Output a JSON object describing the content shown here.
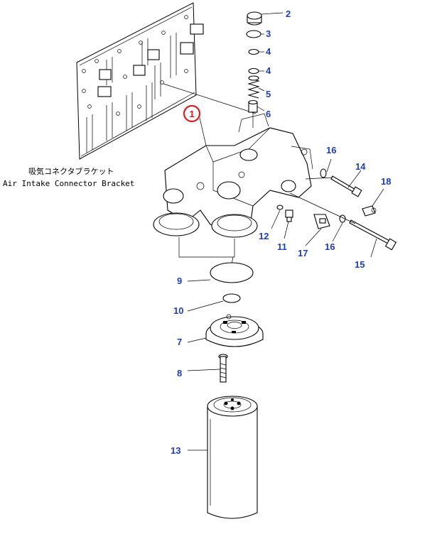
{
  "bracket_caption": {
    "japanese": "吸気コネクタブラケット",
    "english": "Air Intake Connector Bracket"
  },
  "main_callout": "1",
  "callouts": [
    {
      "id": "c2",
      "text": "2"
    },
    {
      "id": "c3",
      "text": "3"
    },
    {
      "id": "c4a",
      "text": "4"
    },
    {
      "id": "c4b",
      "text": "4"
    },
    {
      "id": "c5",
      "text": "5"
    },
    {
      "id": "c6",
      "text": "6"
    },
    {
      "id": "c16a",
      "text": "16"
    },
    {
      "id": "c14",
      "text": "14"
    },
    {
      "id": "c18",
      "text": "18"
    },
    {
      "id": "c12",
      "text": "12"
    },
    {
      "id": "c11",
      "text": "11"
    },
    {
      "id": "c17",
      "text": "17"
    },
    {
      "id": "c16b",
      "text": "16"
    },
    {
      "id": "c15",
      "text": "15"
    },
    {
      "id": "c9",
      "text": "9"
    },
    {
      "id": "c10",
      "text": "10"
    },
    {
      "id": "c7",
      "text": "7"
    },
    {
      "id": "c8",
      "text": "8"
    },
    {
      "id": "c13",
      "text": "13"
    }
  ],
  "colors": {
    "callout": "#1f3fb3",
    "highlight_circle": "#d42020",
    "line": "#000000"
  }
}
